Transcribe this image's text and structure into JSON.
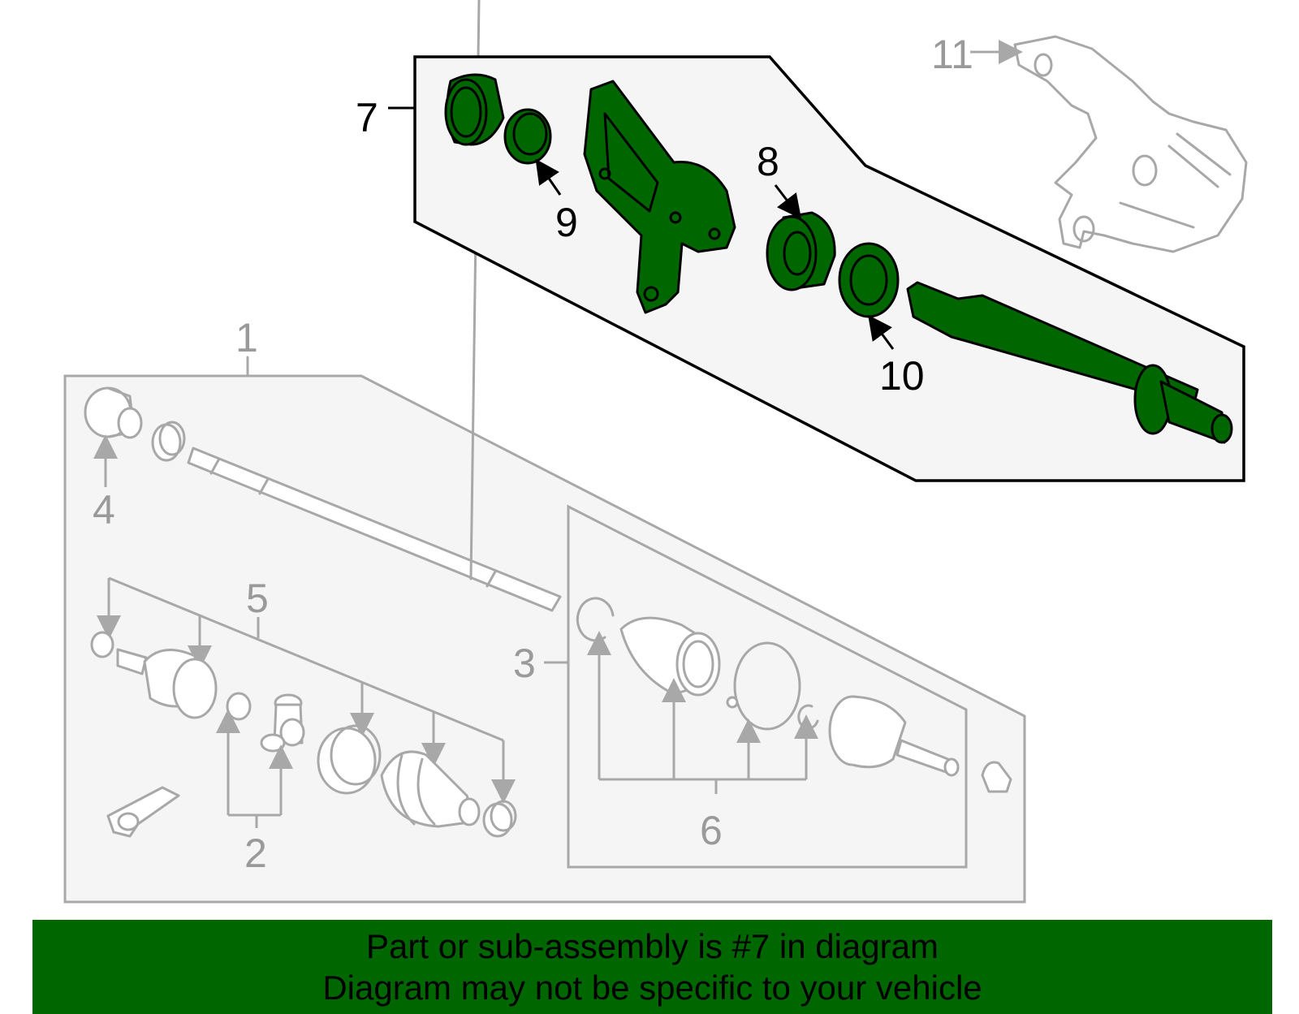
{
  "colors": {
    "highlight": "#006600",
    "banner_bg": "#006600",
    "ghost": "#a8a8a8",
    "panel_bg": "#f5f5f5"
  },
  "callouts": {
    "n1": "1",
    "n2": "2",
    "n3": "3",
    "n4": "4",
    "n5": "5",
    "n6": "6",
    "n7": "7",
    "n8": "8",
    "n9": "9",
    "n10": "10",
    "n11": "11"
  },
  "banner": {
    "line1": "Part or sub-assembly is #7 in diagram",
    "line2": "Diagram may not be specific to your vehicle"
  }
}
